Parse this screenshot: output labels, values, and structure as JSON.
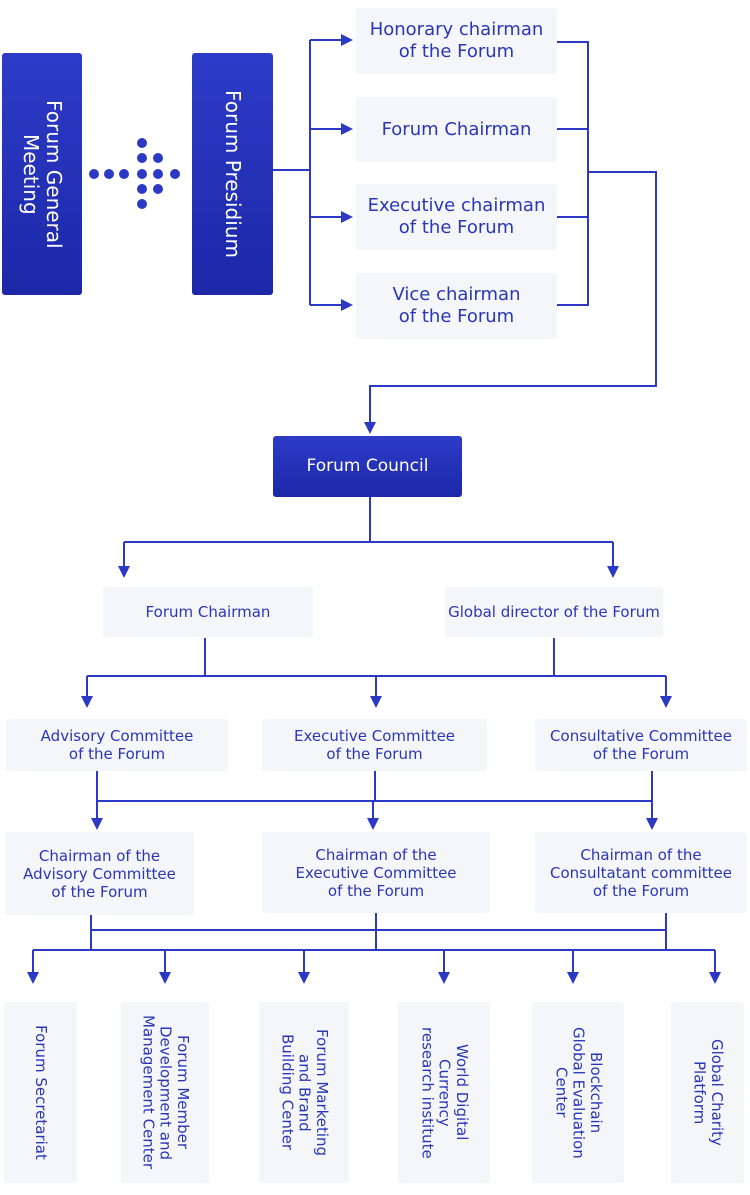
{
  "top": {
    "general_meeting": "Forum General\nMeeting",
    "presidium": "Forum Presidium",
    "roles": [
      "Honorary chairman\nof the Forum",
      "Forum Chairman",
      "Executive chairman\nof the Forum",
      "Vice chairman\nof the Forum"
    ]
  },
  "council": "Forum Council",
  "level2": [
    "Forum Chairman",
    "Global director of the Forum"
  ],
  "committees": [
    "Advisory Committee\nof the Forum",
    "Executive Committee\nof the Forum",
    "Consultative Committee\nof the Forum"
  ],
  "committee_chairs": [
    "Chairman of the\nAdvisory Committee\nof the Forum",
    "Chairman of the\nExecutive Committee\nof the Forum",
    "Chairman of the\nConsultatant committee\nof the Forum"
  ],
  "departments": [
    "Forum Secretariat",
    "Forum Member\nDevelopment and\nManagement Center",
    "Forum Marketing\nand Brand\nBuilding Center",
    "World Digital\nCurrency\nresearch institute",
    "Blockchain\nGlobal Evaluation\nCenter",
    "Global Charity\nPlatform"
  ],
  "colors": {
    "primary": "#2b39c4",
    "dark_box": "#1f2bb0",
    "light_box": "#f4f6fa"
  }
}
